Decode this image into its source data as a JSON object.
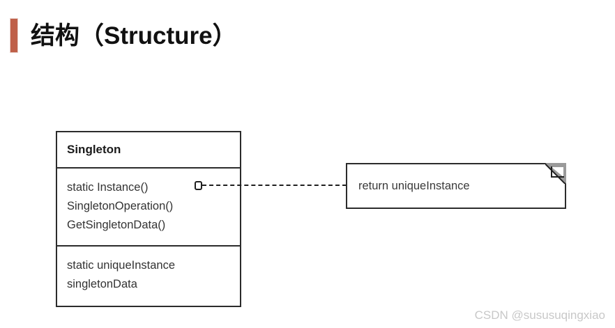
{
  "page": {
    "background_color": "#ffffff",
    "title": "结构（Structure）",
    "accent_color": "#bf6049"
  },
  "diagram": {
    "type": "uml-class-diagram",
    "class_box": {
      "name": "Singleton",
      "methods": [
        "static Instance()",
        "SingletonOperation()",
        "GetSingletonData()"
      ],
      "attributes": [
        "static uniqueInstance",
        "singletonData"
      ],
      "border_color": "#2b2b2b"
    },
    "note": {
      "text": "return uniqueInstance",
      "fold_color": "#9a9a9a",
      "border_color": "#2b2b2b"
    },
    "connector": {
      "style": "dashed",
      "endpoint_shape": "ball-socket",
      "color": "#1f1f1f"
    }
  },
  "watermark": {
    "text": "CSDN @sususuqingxiao",
    "color": "#c8c8c8"
  }
}
